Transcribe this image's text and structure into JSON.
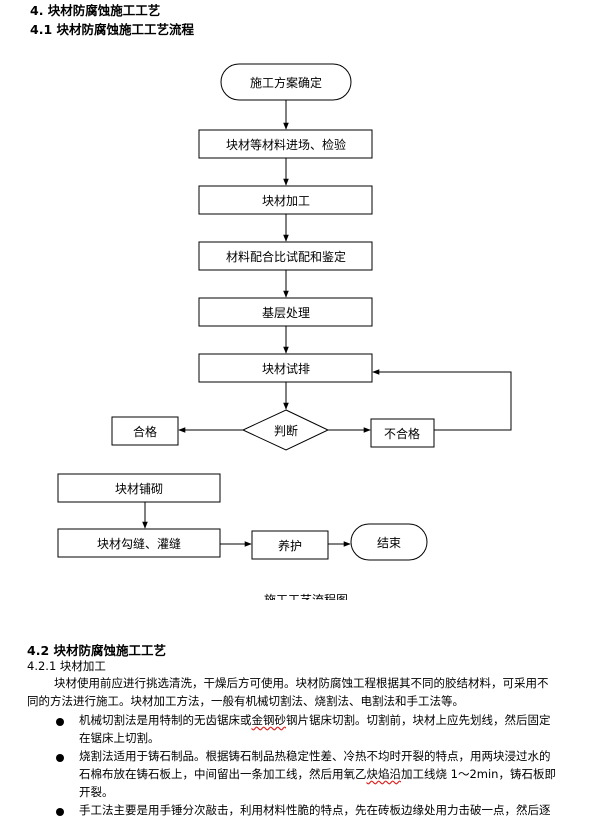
{
  "section": {
    "title": "4.  块材防腐蚀施工工艺",
    "subtitle": "4.1 块材防腐蚀施工工艺流程"
  },
  "flowchart": {
    "nodes": {
      "start": "施工方案确定",
      "step1": "块材等材料进场、检验",
      "step2": "块材加工",
      "step3": "材料配合比试配和鉴定",
      "step4": "基层处理",
      "step5": "块材试排",
      "decision": "判断",
      "pass": "合格",
      "fail": "不合格",
      "step6": "块材铺砌",
      "step7": "块材勾缝、灌缝",
      "step8": "养护",
      "end": "结束"
    },
    "caption": "施工工艺流程图"
  },
  "section2": {
    "title": "4.2 块材防腐蚀施工工艺",
    "sub_title": "4.2.1 块材加工",
    "intro_line1": "块材使用前应进行挑选清洗，干燥后方可使用。块材防腐蚀工程根据其不同的胶结材料，可采用不",
    "intro_line2": "同的方法进行施工。块材加工方法，一般有机械切割法、烧割法、电割法和手工法等。",
    "bullets": [
      {
        "line1_a": "机械切割法是用特制的无齿锯床或",
        "line1_b": "金钢砂",
        "line1_c": "钢片锯床切割。切割前，块材上应先划线，然后固定",
        "line2": "在锯床上切割。"
      },
      {
        "line1": "烧割法适用于铸石制品。根据铸石制品热稳定性差、冷热不均时开裂的特点，用两块浸过水的",
        "line2_a": "石棉布放在铸石板上，中间留出一条加工线，然后用氧乙",
        "line2_b": "炔焰沿",
        "line2_c": "加工线烧 1～2min，铸石板即",
        "line3": "开裂。"
      },
      {
        "line1": "手工法主要是用手锤分次敲击，利用材料性脆的特点，先在砖板边缘处用力击破一点，然后逐"
      }
    ]
  }
}
